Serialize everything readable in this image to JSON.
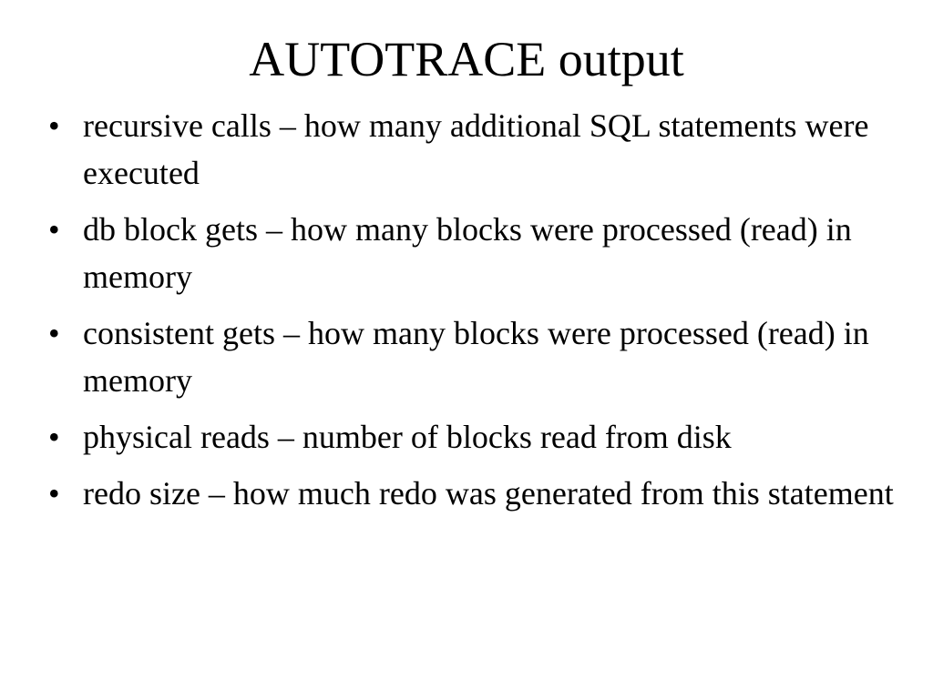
{
  "slide": {
    "title": "AUTOTRACE output",
    "bullet_symbol": "•",
    "bullets": [
      "recursive calls – how many additional SQL statements were executed",
      "db block gets – how many blocks were processed (read) in memory",
      "consistent gets – how many blocks were processed (read) in memory",
      "physical reads – number of blocks read from disk",
      "redo size – how much redo was generated from this statement"
    ]
  }
}
